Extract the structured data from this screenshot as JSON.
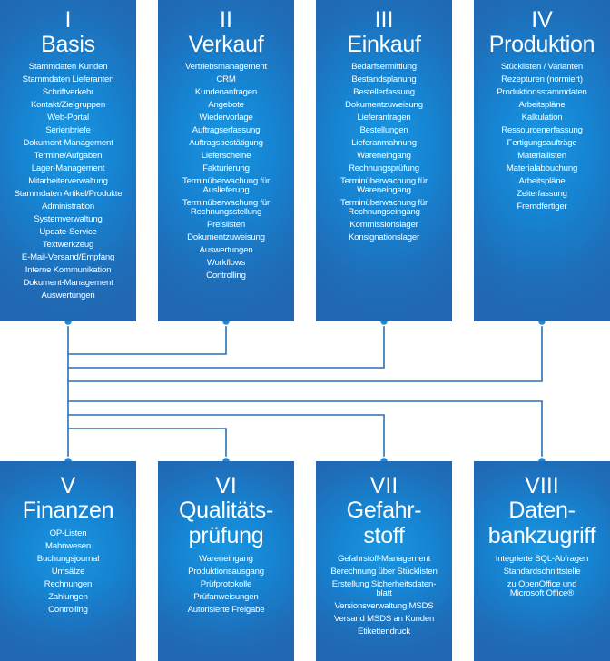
{
  "colors": {
    "panel": "#1a84d2",
    "line": "#2a6fb8"
  },
  "modules": [
    {
      "numeral": "I",
      "title": "Basis",
      "items": [
        "Stammdaten Kunden",
        "Stammdaten Lieferanten",
        "Schriftverkehr",
        "Kontakt/Zielgruppen",
        "Web-Portal",
        "Serienbriefe",
        "Dokument-Management",
        "Termine/Aufgaben",
        "Lager-Management",
        "Mitarbeiterverwaltung",
        "Stammdaten Artikel/Produkte",
        "Administration",
        "Systemverwaltung",
        "Update-Service",
        "Textwerkzeug",
        "E-Mail-Versand/Empfang",
        "Interne Kommunikation",
        "Dokument-Management",
        "Auswertungen"
      ]
    },
    {
      "numeral": "II",
      "title": "Verkauf",
      "items": [
        "Vertriebsmanagement",
        "CRM",
        "Kundenanfragen",
        "Angebote",
        "Wiedervorlage",
        "Auftragserfassung",
        "Auftragsbestätigung",
        "Lieferscheine",
        "Fakturierung",
        "Terminüberwachung für\nAuslieferung",
        "Terminüberwachung für\nRechnungsstellung",
        "Preislisten",
        "Dokumentzuweisung",
        "Auswertungen",
        "Workflows",
        "Controlling"
      ]
    },
    {
      "numeral": "III",
      "title": "Einkauf",
      "items": [
        "Bedarfsermittlung",
        "Bestandsplanung",
        "Bestellerfassung",
        "Dokumentzuweisung",
        "Lieferanfragen",
        "Bestellungen",
        "Lieferanmahnung",
        "Wareneingang",
        "Rechnungsprüfung",
        "Terminüberwachung für\nWareneingang",
        "Terminüberwachung für\nRechnungseingang",
        "Kommissionslager",
        "Konsignationslager"
      ]
    },
    {
      "numeral": "IV",
      "title": "Produktion",
      "items": [
        "Stücklisten / Varianten",
        "Rezepturen (normiert)",
        "Produktionsstammdaten",
        "Arbeitspläne",
        "Kalkulation",
        "Ressourcenerfassung",
        "Fertigungsaufträge",
        "Materiallisten",
        "Materialabbuchung",
        "Arbeitspläne",
        "Zeiterfassung",
        "Fremdfertiger"
      ]
    },
    {
      "numeral": "V",
      "title": "Finanzen",
      "items": [
        "OP-Listen",
        "Mahnwesen",
        "Buchungsjournal",
        "Umsätze",
        "Rechnungen",
        "Zahlungen",
        "Controlling"
      ]
    },
    {
      "numeral": "VI",
      "title": "Qualitäts-\nprüfung",
      "items": [
        "Wareneingang",
        "Produktionsausgang",
        "Prüfprotokolle",
        "Prüfanweisungen",
        "Autorisierte Freigabe"
      ]
    },
    {
      "numeral": "VII",
      "title": "Gefahr-\nstoff",
      "items": [
        "Gefahrstoff-Management",
        "Berechnung über Stücklisten",
        "Erstellung Sicherheitsdaten-\nblatt",
        "Versionsverwaltung MSDS",
        "Versand MSDS an Kunden",
        "Etikettendruck"
      ]
    },
    {
      "numeral": "VIII",
      "title": "Daten-\nbankzugriff",
      "items": [
        "Integrierte SQL-Abfragen",
        "Standardschnittstelle",
        "zu OpenOffice und\nMicrosoft Office®"
      ]
    }
  ]
}
